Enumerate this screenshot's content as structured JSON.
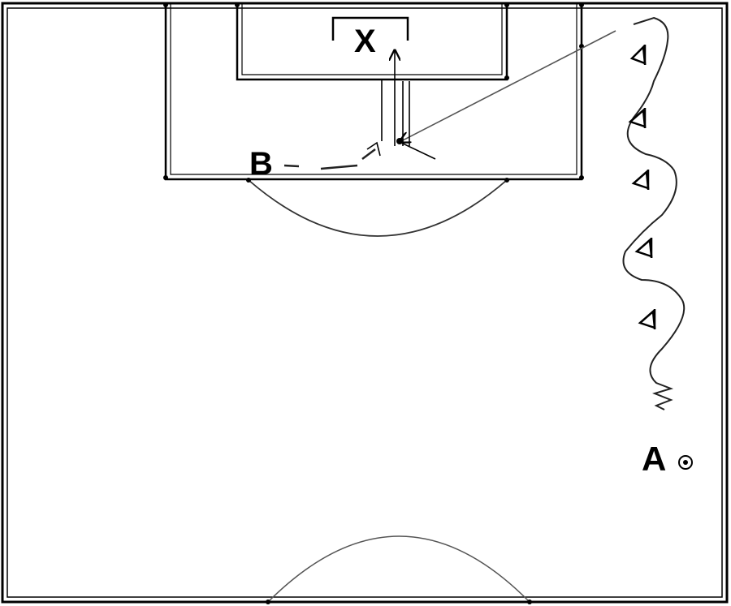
{
  "labels": {
    "goalkeeper": "X",
    "player_a": "A",
    "player_b": "B"
  },
  "icons": {
    "ball": "ball-icon",
    "cones": "cone-icon"
  },
  "colors": {
    "ink": "#000000",
    "pass_line": "#555555",
    "background": "#ffffff"
  }
}
